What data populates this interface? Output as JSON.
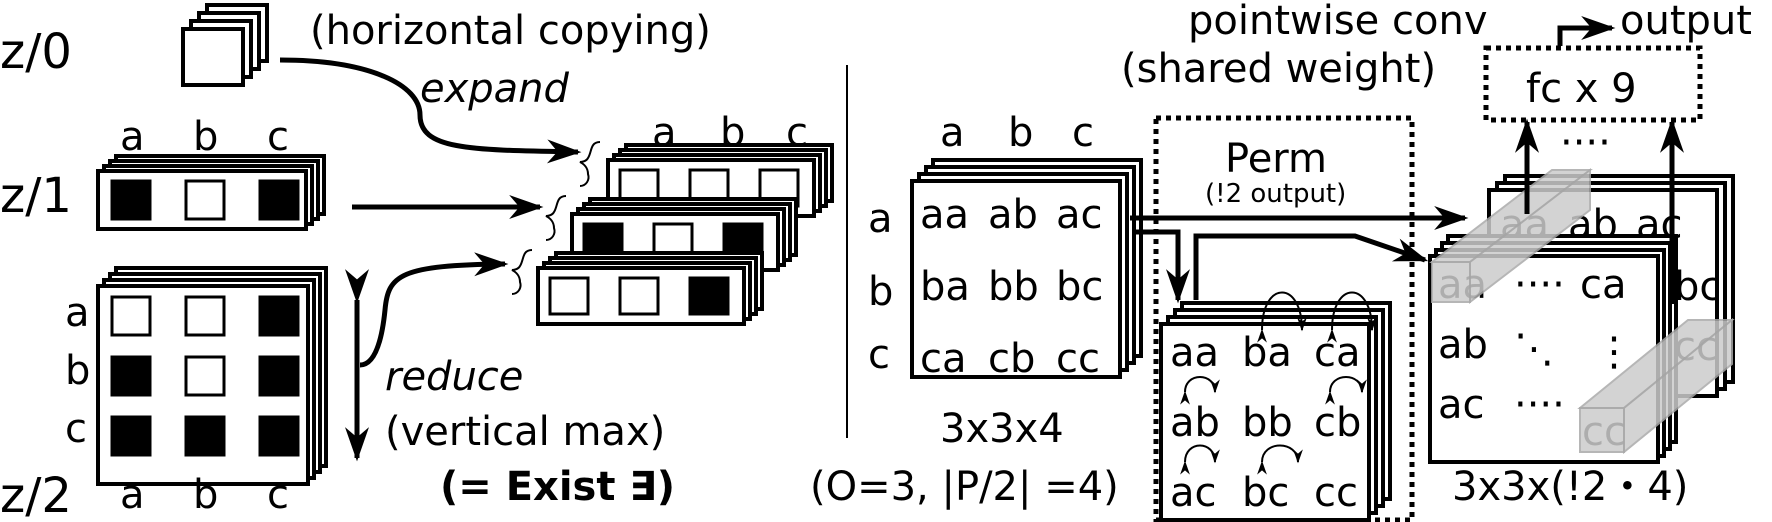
{
  "left": {
    "z0_label": "z/0",
    "z1_label": "z/1",
    "z2_label": "z/2",
    "horizontal_copying": "(horizontal copying)",
    "expand": "expand",
    "reduce": "reduce",
    "vertical_max": "(vertical max)",
    "exist": "(= Exist ∃)",
    "col_letters": [
      "a",
      "b",
      "c"
    ],
    "row_letters": [
      "a",
      "b",
      "c"
    ],
    "z1_cells": [
      true,
      false,
      true
    ],
    "z2_cells": [
      [
        false,
        false,
        true
      ],
      [
        true,
        false,
        true
      ],
      [
        true,
        true,
        true
      ]
    ],
    "copy_rows": [
      [
        false,
        false,
        false
      ],
      [
        true,
        false,
        true
      ],
      [
        false,
        false,
        true
      ]
    ]
  },
  "right": {
    "pointwise_conv": "pointwise conv",
    "shared_weight": "(shared weight)",
    "output": "output",
    "fc": "fc x 9",
    "perm": "Perm",
    "perm_sub": "(!2 output)",
    "grid": [
      [
        "aa",
        "ab",
        "ac"
      ],
      [
        "ba",
        "bb",
        "bc"
      ],
      [
        "ca",
        "cb",
        "cc"
      ]
    ],
    "grid_dim": "3x3x4",
    "grid_params": "(O=3, |P/2| =4)",
    "perm_grid": [
      [
        "aa",
        "ba",
        "ca"
      ],
      [
        "ab",
        "bb",
        "cb"
      ],
      [
        "ac",
        "bc",
        "cc"
      ]
    ],
    "final_rows": [
      "aa",
      "ab",
      "ac"
    ],
    "final_right": [
      "ca",
      "cc"
    ],
    "final_back": [
      "aa",
      "ab",
      "ac",
      "bc",
      "cc"
    ],
    "final_dim": "3x3x(!2・4)",
    "ellipsis": "····",
    "vdots": "⋮",
    "ddots": "⋱"
  }
}
